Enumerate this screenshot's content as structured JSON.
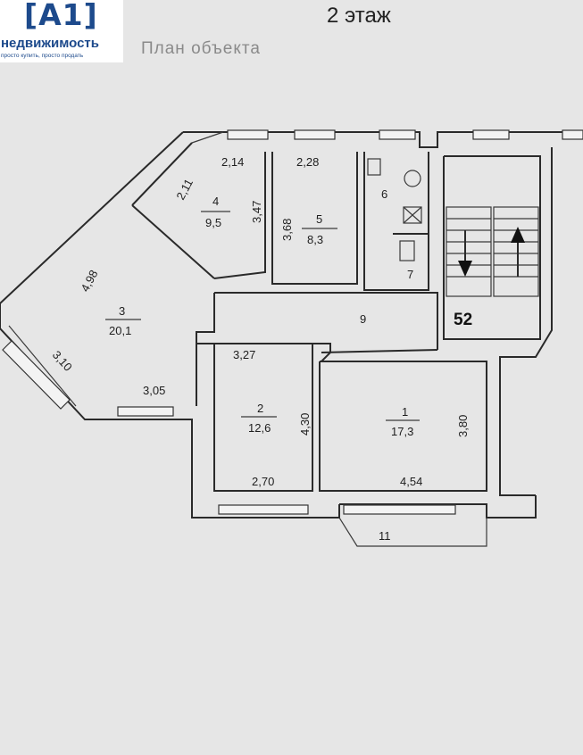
{
  "logo": {
    "mark": "[A1]",
    "name": "недвижимость",
    "slogan": "просто купить, просто продать"
  },
  "header": {
    "floor_title": "2 этаж",
    "plan_caption": "План объекта"
  },
  "rooms": [
    {
      "number": "1",
      "area": "17,3"
    },
    {
      "number": "2",
      "area": "12,6"
    },
    {
      "number": "3",
      "area": "20,1"
    },
    {
      "number": "4",
      "area": "9,5"
    },
    {
      "number": "5",
      "area": "8,3"
    },
    {
      "number": "6"
    },
    {
      "number": "7"
    },
    {
      "number": "9"
    },
    {
      "number": "11"
    }
  ],
  "dimensions": [
    "2,14",
    "2,11",
    "3,47",
    "2,28",
    "3,68",
    "4,98",
    "3,10",
    "3,05",
    "3,27",
    "4,30",
    "2,70",
    "3,80",
    "4,54"
  ],
  "apartment_number": "52"
}
